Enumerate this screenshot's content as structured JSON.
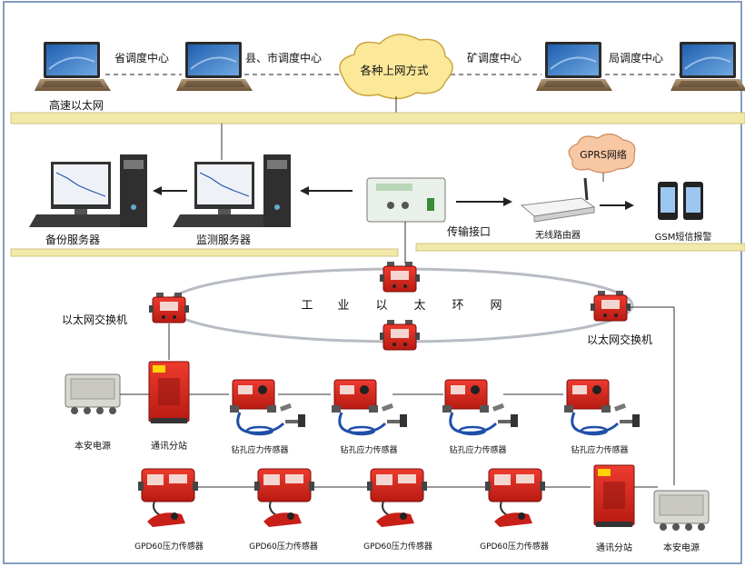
{
  "top_network": {
    "nodes": {
      "provincial": "省调度中心",
      "county_city": "县、市调度中心",
      "cloud": "各种上网方式",
      "mine": "矿调度中心",
      "bureau": "局调度中心"
    },
    "ethernet": "高速以太网"
  },
  "servers": {
    "backup": "备份服务器",
    "monitor": "监测服务器",
    "transfer": "传输接口",
    "gprs": "GPRS网络",
    "router": "无线路由器",
    "sms": "GSM短信报警"
  },
  "ring": {
    "label_chars": [
      "工",
      "业",
      "以",
      "太",
      "环",
      "网"
    ],
    "switch_left": "以太网交换机",
    "switch_right": "以太网交换机"
  },
  "field": {
    "power_left": "本安电源",
    "substation_left": "通讯分站",
    "drill_sensors": [
      "钻孔应力传感器",
      "钻孔应力传感器",
      "钻孔应力传感器",
      "钻孔应力传感器"
    ],
    "gpd_sensors": [
      "GPD60压力传感器",
      "GPD60压力传感器",
      "GPD60压力传感器",
      "GPD60压力传感器"
    ],
    "substation_right": "通讯分站",
    "power_right": "本安电源"
  },
  "colors": {
    "bus": "#f2e9a8",
    "device_red": "#d8261c",
    "cloud": "#fbe999",
    "gprs_cloud": "#f8c7a4"
  }
}
